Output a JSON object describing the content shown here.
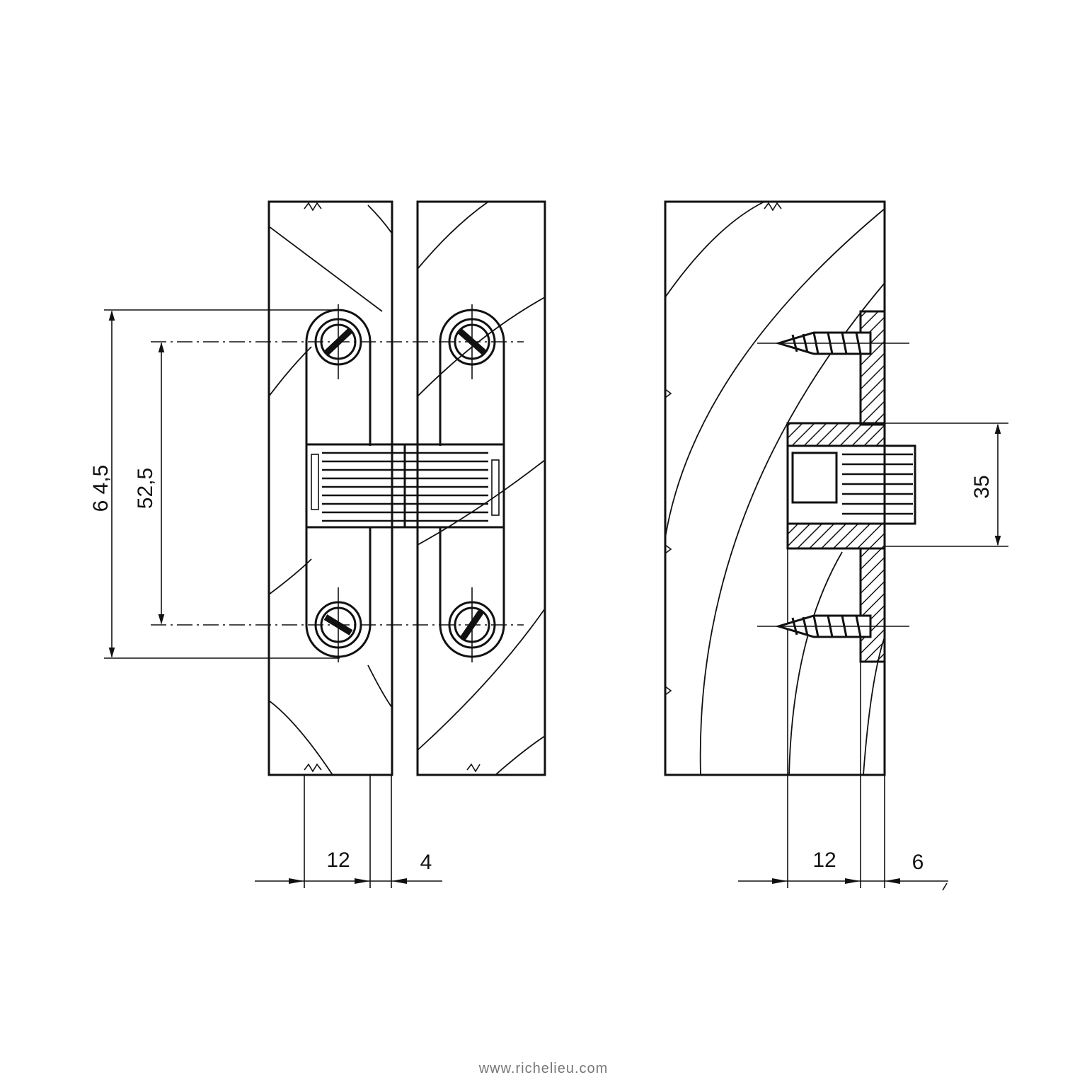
{
  "front_view": {
    "dimensions": {
      "overall_height": "6 4,5",
      "hole_spacing": "52,5",
      "body_depth": "12",
      "gap": "4"
    }
  },
  "side_view": {
    "dimensions": {
      "body_depth": "12",
      "edge_offset": "6",
      "body_width": "35"
    }
  },
  "footer": {
    "website": "www.richelieu.com"
  }
}
